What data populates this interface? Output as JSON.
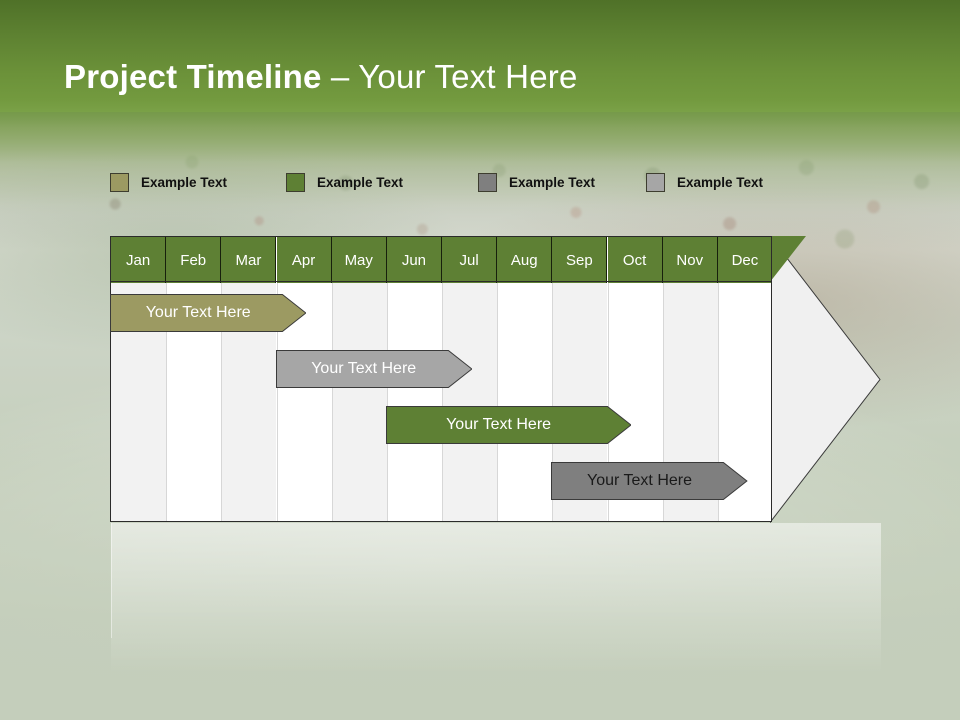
{
  "slide": {
    "title_bold": "Project Timeline",
    "title_dash": " – ",
    "title_rest": "Your Text Here",
    "header_color": "#6b9139",
    "background_color": "#c6d0bd"
  },
  "legend": {
    "items": [
      {
        "label": "Example Text",
        "color": "#9c9a62",
        "x": 0
      },
      {
        "label": "Example Text",
        "color": "#5e8034",
        "x": 176
      },
      {
        "label": "Example Text",
        "color": "#7f7f7f",
        "x": 368
      },
      {
        "label": "Example Text",
        "color": "#a6a6a6",
        "x": 536
      }
    ]
  },
  "chart_data": {
    "type": "bar",
    "title": "Project Timeline – Your Text Here",
    "xlabel": "",
    "ylabel": "",
    "categories": [
      "Jan",
      "Feb",
      "Mar",
      "Apr",
      "May",
      "Jun",
      "Jul",
      "Aug",
      "Sep",
      "Oct",
      "Nov",
      "Dec"
    ],
    "grid": true,
    "legend_position": "top",
    "series": [
      {
        "name": "Example Text",
        "label": "Your  Text Here",
        "color": "#9c9a62",
        "text_color": "#ffffff",
        "start_month": 1,
        "end_month": 4,
        "row": 0
      },
      {
        "name": "Example Text",
        "label": "Your  Text Here",
        "color": "#a6a6a6",
        "text_color": "#ffffff",
        "start_month": 4,
        "end_month": 7,
        "row": 1
      },
      {
        "name": "Example Text",
        "label": "Your  Text Here",
        "color": "#5e8034",
        "text_color": "#ffffff",
        "start_month": 6,
        "end_month": 10,
        "row": 2
      },
      {
        "name": "Example Text",
        "label": "Your  Text Here",
        "color": "#7f7f7f",
        "text_color": "#1a1a1a",
        "start_month": 9,
        "end_month": 12,
        "row": 3
      }
    ]
  },
  "grid": {
    "header_bg": "#5e8034",
    "header_text_color": "#ffffff",
    "stripe_shade": "#f2f2f2",
    "stripe_plain": "#ffffff"
  },
  "big_arrow": {
    "head_color": "#5e8034",
    "body_color": "#f0f0f0",
    "outline_color": "#3a3a3a"
  }
}
